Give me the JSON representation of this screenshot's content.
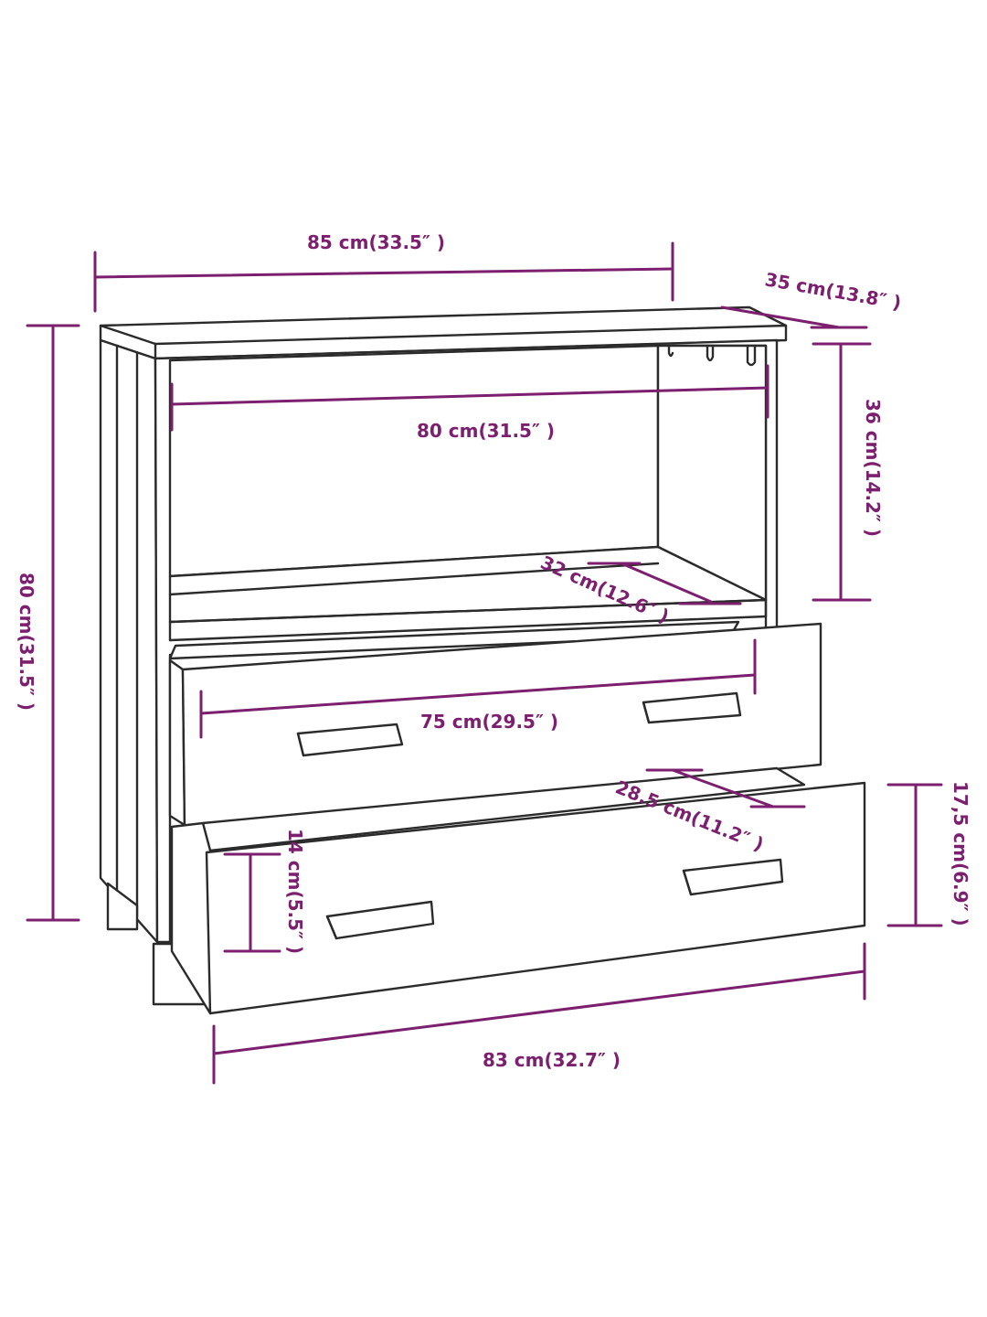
{
  "colors": {
    "dimension": "#7b1f6e",
    "outline": "#2b2b2b",
    "background": "#ffffff"
  },
  "dimensions": {
    "overall_width": "85 cm(33.5″ )",
    "depth": "35 cm(13.8″ )",
    "overall_height": "80 cm(31.5″ )",
    "shelf_width": "80 cm(31.5″ )",
    "shelf_height": "36 cm(14.2″ )",
    "shelf_depth": "32 cm(12.6″ )",
    "drawer_inner_width": "75 cm(29.5″ )",
    "drawer_depth": "28.5 cm(11.2″ )",
    "drawer_front_height": "17,5 cm(6.9″ )",
    "drawer_inner_height": "14 cm(5.5″ )",
    "drawer_front_width": "83 cm(32.7″ )"
  }
}
